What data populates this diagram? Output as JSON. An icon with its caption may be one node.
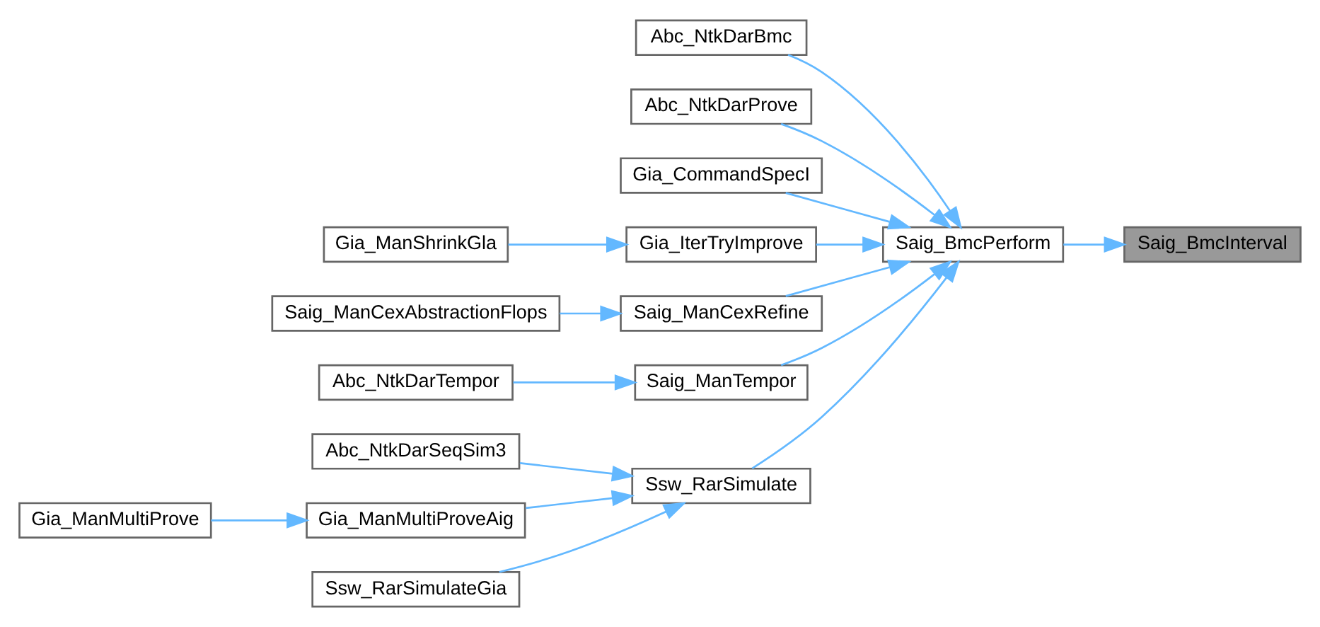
{
  "diagram": {
    "nodes": [
      {
        "text": [
          "Saig_BmcInterval"
        ]
      },
      {
        "text": [
          "Saig_BmcPerform"
        ]
      },
      {
        "text": [
          "Abc_NtkDarBmc"
        ]
      },
      {
        "text": [
          "Abc_NtkDarProve"
        ]
      },
      {
        "text": [
          "Gia_CommandSpecI"
        ]
      },
      {
        "text": [
          "Gia_IterTryImprove"
        ]
      },
      {
        "text": [
          "Gia_ManShrinkGla"
        ]
      },
      {
        "text": [
          "Saig_ManCexRefine"
        ]
      },
      {
        "text": [
          "Saig_ManCexAbstractionFlops"
        ]
      },
      {
        "text": [
          "Saig_ManTempor"
        ]
      },
      {
        "text": [
          "Abc_NtkDarTempor"
        ]
      },
      {
        "text": [
          "Ssw_RarSimulate"
        ]
      },
      {
        "text": [
          "Abc_NtkDarSeqSim3"
        ]
      },
      {
        "text": [
          "Gia_ManMultiProveAig"
        ]
      },
      {
        "text": [
          "Gia_ManMultiProve"
        ]
      },
      {
        "text": [
          "Ssw_RarSimulateGia"
        ]
      }
    ],
    "edges": [
      {
        "from": 1,
        "to": 0,
        "arrow": "to"
      },
      {
        "from": 2,
        "to": 1,
        "arrow": "to"
      },
      {
        "from": 3,
        "to": 1,
        "arrow": "to"
      },
      {
        "from": 4,
        "to": 1,
        "arrow": "to"
      },
      {
        "from": 5,
        "to": 1,
        "arrow": "to"
      },
      {
        "from": 6,
        "to": 5,
        "arrow": "to"
      },
      {
        "from": 7,
        "to": 1,
        "arrow": "to"
      },
      {
        "from": 8,
        "to": 7,
        "arrow": "to"
      },
      {
        "from": 9,
        "to": 1,
        "arrow": "to"
      },
      {
        "from": 10,
        "to": 9,
        "arrow": "to"
      },
      {
        "from": 11,
        "to": 1,
        "arrow": "to"
      },
      {
        "from": 12,
        "to": 11,
        "arrow": "to"
      },
      {
        "from": 13,
        "to": 11,
        "arrow": "to"
      },
      {
        "from": 14,
        "to": 13,
        "arrow": "to"
      },
      {
        "from": 15,
        "to": 11,
        "arrow": "to"
      }
    ]
  }
}
